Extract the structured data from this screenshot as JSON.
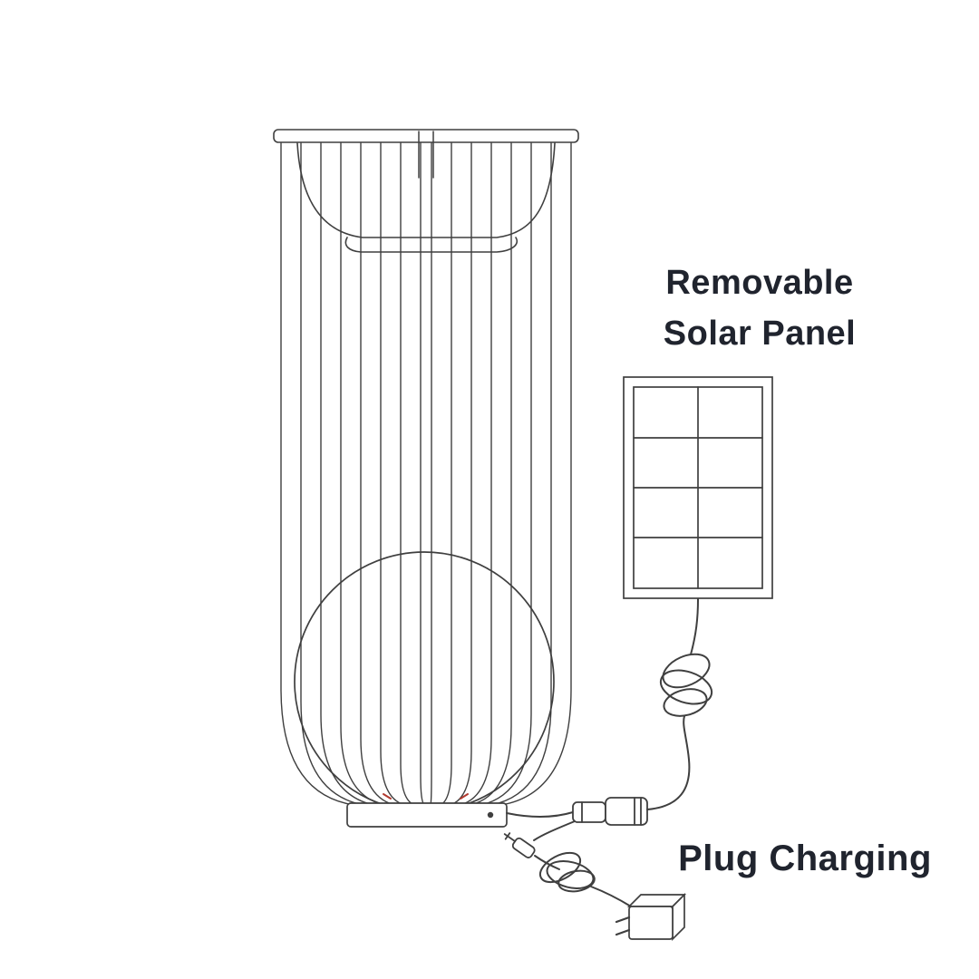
{
  "diagram": {
    "title": "Solar cage lantern product diagram",
    "labels": {
      "solar_panel_line1": "Removable",
      "solar_panel_line2": "Solar Panel",
      "plug_charging": "Plug Charging"
    },
    "parts": [
      "wire-cage-lantern",
      "top-fabric-basket",
      "inner-glass-sphere",
      "lantern-base",
      "barrel-connector",
      "solar-panel",
      "coiled-cable-upper",
      "coiled-cable-lower",
      "dc-jack-plug",
      "power-adapter"
    ],
    "solar_panel_grid": {
      "columns": 2,
      "rows": 4
    },
    "colors": {
      "line": "#3f3f3f",
      "text": "#20242e",
      "background": "#ffffff",
      "accent_red": "#b0392e"
    }
  }
}
